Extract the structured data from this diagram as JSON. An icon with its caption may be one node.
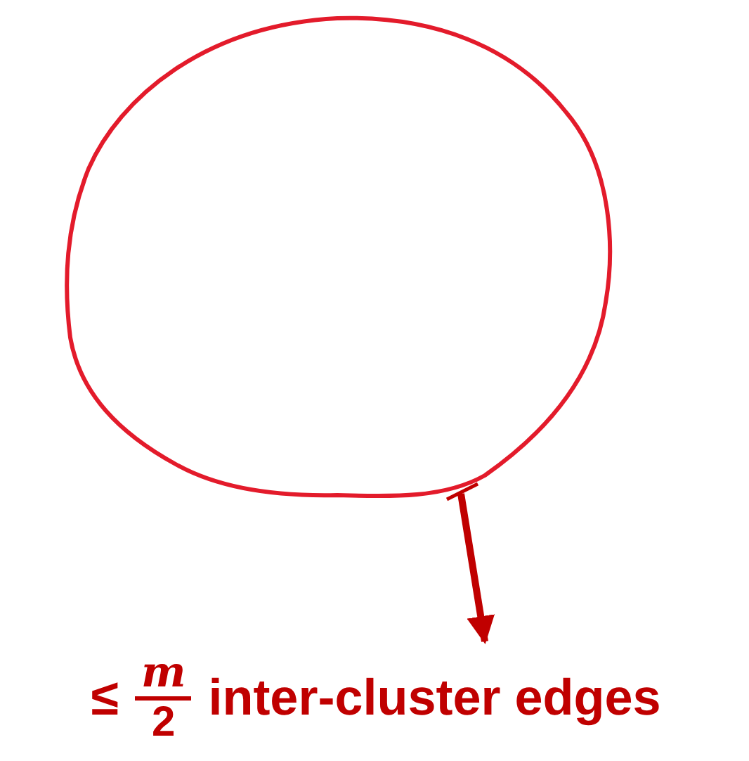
{
  "diagram": {
    "nodes": [
      {
        "text": [],
        "shape": "circle"
      },
      {
        "text": [
          "≤",
          "m",
          "2",
          "inter-cluster edges"
        ]
      }
    ],
    "edges": [
      {
        "from": 0,
        "to": 1,
        "arrow": "to"
      }
    ]
  }
}
